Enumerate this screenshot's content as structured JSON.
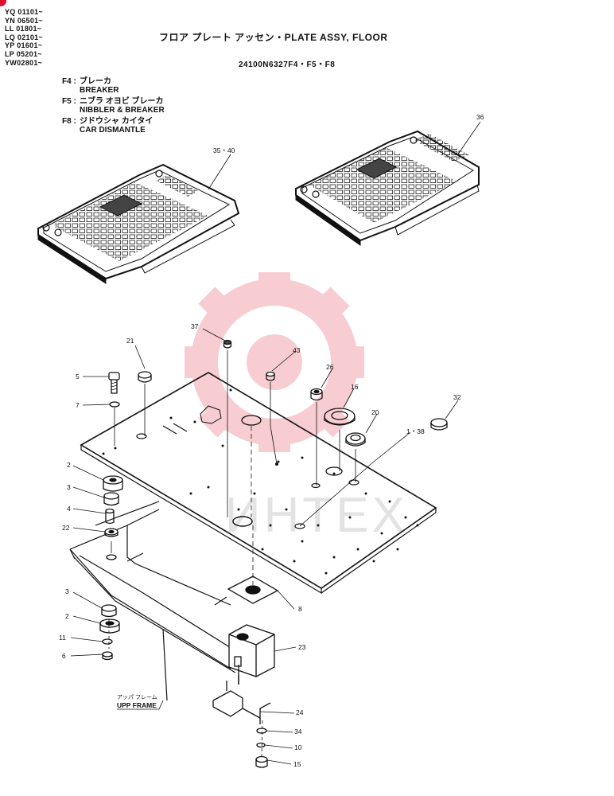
{
  "header": {
    "serials": [
      "YQ 01101~",
      "YN 06501~",
      "LL 01801~",
      "LQ 02101~",
      "YP 01601~",
      "LP 05201~",
      "YW02801~"
    ],
    "title": "フロア プレート アッセン・PLATE ASSY, FLOOR",
    "part_number": "24100N6327F4・F5・F8"
  },
  "legend": [
    {
      "code": "F4 :",
      "jp": "ブレーカ",
      "en": "BREAKER"
    },
    {
      "code": "F5 :",
      "jp": "ニブラ オヨビ ブレーカ",
      "en": "NIBBLER & BREAKER"
    },
    {
      "code": "F8 :",
      "jp": "ジドウシャ カイタイ",
      "en": "CAR DISMANTLE"
    }
  ],
  "frame_label": {
    "jp": "アッパ フレーム",
    "en": "UPP FRAME"
  },
  "watermark": {
    "text": "ИНТЕХ",
    "color": "#e9505f"
  },
  "callouts": [
    "35・40",
    "36",
    "37",
    "21",
    "43",
    "26",
    "16",
    "32",
    "5",
    "7",
    "20",
    "1・38",
    "2",
    "3",
    "4",
    "22",
    "8",
    "3",
    "2",
    "11",
    "6",
    "23",
    "24",
    "34",
    "10",
    "15"
  ]
}
